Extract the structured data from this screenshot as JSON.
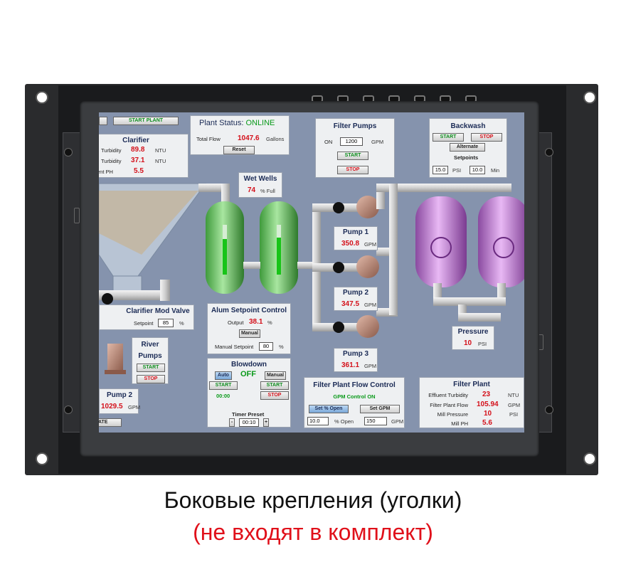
{
  "caption": {
    "line1": "Боковые крепления (уголки)",
    "line2": "(не входят в комплект)",
    "line2_color": "#e0101a"
  },
  "hmi": {
    "start_plant": "START PLANT",
    "plant_status": {
      "title_prefix": "Plant Status: ",
      "state": "ONLINE",
      "total_flow_label": "Total Flow",
      "total_flow": "1047.6",
      "total_flow_unit": "Gallons",
      "reset": "Reset"
    },
    "clarifier": {
      "title": "Clarifier",
      "rows": [
        {
          "label": "Turbidity",
          "value": "89.8",
          "unit": "NTU"
        },
        {
          "label": "Turbidity",
          "value": "37.1",
          "unit": "NTU"
        },
        {
          "label": "ent PH",
          "value": "5.5",
          "unit": ""
        }
      ]
    },
    "filter_pumps": {
      "title": "Filter Pumps",
      "on_label": "ON",
      "gpm_value": "1200",
      "gpm_unit": "GPM",
      "start": "START",
      "stop": "STOP"
    },
    "backwash": {
      "title": "Backwash",
      "start": "START",
      "stop": "STOP",
      "alternate": "Alternate",
      "setpoints": "Setpoints",
      "psi_value": "15.0",
      "psi_unit": "PSI",
      "min_value": "10.0",
      "min_unit": "Min"
    },
    "wet_wells": {
      "title": "Wet Wells",
      "value": "74",
      "unit": "% Full"
    },
    "pump1": {
      "title": "Pump 1",
      "value": "350.8",
      "unit": "GPM"
    },
    "pump2": {
      "title": "Pump 2",
      "value": "347.5",
      "unit": "GPM"
    },
    "pump3": {
      "title": "Pump 3",
      "value": "361.1",
      "unit": "GPM"
    },
    "pressure": {
      "title": "Pressure",
      "value": "10",
      "unit": "PSI"
    },
    "clarifier_mod_valve": {
      "title": "Clarifier Mod Valve",
      "setpoint_label": "Setpoint",
      "setpoint": "85",
      "unit": "%"
    },
    "alum": {
      "title": "Alum Setpoint Control",
      "output_label": "Output",
      "output": "38.1",
      "output_unit": "%",
      "manual": "Manual",
      "manual_setpoint_label": "Manual Setpoint",
      "manual_setpoint": "80",
      "unit": "%"
    },
    "river_pumps": {
      "title_line1": "River",
      "title_line2": "Pumps",
      "start": "START",
      "stop": "STOP"
    },
    "pump2_river": {
      "title": "Pump 2",
      "value": "1029.5",
      "unit": "GPM"
    },
    "ate_label": "ATE",
    "blowdown": {
      "title": "Blowdown",
      "auto": "Auto",
      "state": "OFF",
      "manual": "Manual",
      "start_left": "START",
      "start_right": "START",
      "time": "00:00",
      "stop": "STOP",
      "timer_preset": "Timer Preset",
      "preset": "00:10",
      "minus": "-",
      "plus": "+"
    },
    "filter_flow": {
      "title": "Filter Plant Flow Control",
      "mode": "GPM Control ON",
      "set_pct": "Set % Open",
      "set_gpm": "Set GPM",
      "pct_value": "10.0",
      "pct_label": "% Open",
      "gpm_value": "150",
      "gpm_unit": "GPM"
    },
    "filter_plant": {
      "title": "Filter Plant",
      "rows": [
        {
          "label": "Effluent Turbidity",
          "value": "23",
          "unit": "NTU"
        },
        {
          "label": "Filter Plant Flow",
          "value": "105.94",
          "unit": "GPM"
        },
        {
          "label": "Mill Pressure",
          "value": "10",
          "unit": "PSI"
        },
        {
          "label": "Mill PH",
          "value": "5.6",
          "unit": ""
        }
      ]
    },
    "wet_well_levels": [
      0.72,
      0.74
    ]
  },
  "colors": {
    "screen_bg": "#8593ad",
    "value_red": "#d4101a",
    "status_green": "#0a9a1a"
  }
}
